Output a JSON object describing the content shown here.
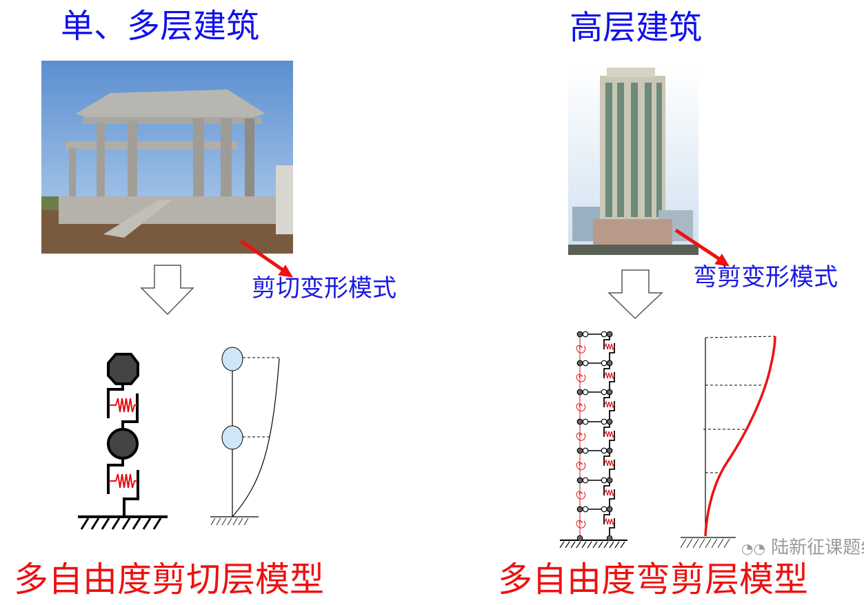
{
  "left": {
    "title": "单、多层建筑",
    "mode_label": "剪切变形模式",
    "model_title": "多自由度剪切层模型"
  },
  "right": {
    "title": "高层建筑",
    "mode_label": "弯剪变形模式",
    "model_title": "多自由度弯剪层模型"
  },
  "watermark": "陆新征课题组",
  "colors": {
    "title": "#1010ee",
    "model_title": "#ee1111",
    "spring": "#e01010",
    "arrow": "#ee1111"
  }
}
